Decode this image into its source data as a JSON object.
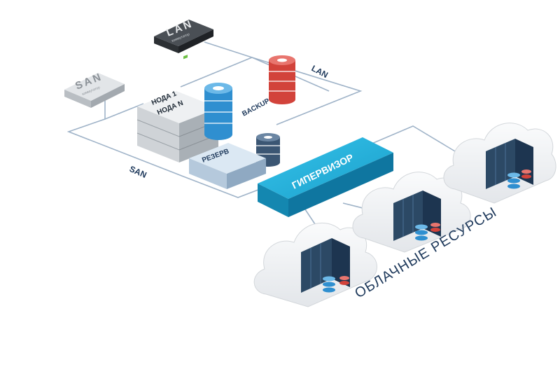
{
  "devices": {
    "lan_switch": {
      "label": "LAN",
      "sublabel": "коммутатор"
    },
    "san_switch": {
      "label": "SAN",
      "sublabel": "коммутатор"
    },
    "node_1": {
      "label": "НОДА 1"
    },
    "node_n": {
      "label": "НОДА N"
    },
    "reserve": {
      "label": "РЕЗЕРВ"
    },
    "backup": {
      "label": "BACKUP"
    },
    "hypervisor": {
      "label": "ГИПЕРВИЗОР"
    }
  },
  "links": {
    "lan_label": "LAN",
    "san_label": "SAN"
  },
  "cloud": {
    "caption": "ОБЛАЧНЫЕ РЕСУРСЫ"
  },
  "colors": {
    "link_line": "#9fb3c8",
    "hypervisor": "#1eaad4",
    "storage_blue": "#2f8fd0",
    "storage_red": "#d2433b",
    "storage_dark": "#3b5673",
    "server_gray": "#cfd3d7",
    "label_dark": "#1f3a5c"
  }
}
